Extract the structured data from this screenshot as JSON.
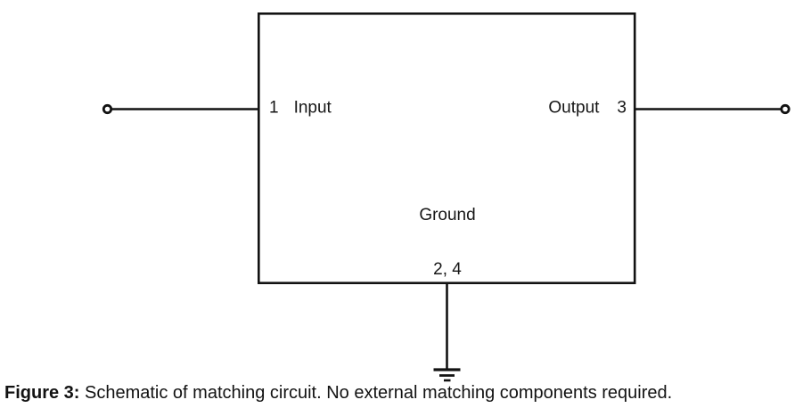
{
  "colors": {
    "line": "#121212",
    "text": "#161616",
    "background": "#ffffff"
  },
  "schematic": {
    "input": {
      "pin": "1",
      "label": "Input"
    },
    "output": {
      "pin": "3",
      "label": "Output"
    },
    "ground": {
      "label": "Ground",
      "pins": "2, 4"
    }
  },
  "caption": {
    "label": "Figure 3:",
    "text": " Schematic of matching circuit. No external matching components required."
  }
}
